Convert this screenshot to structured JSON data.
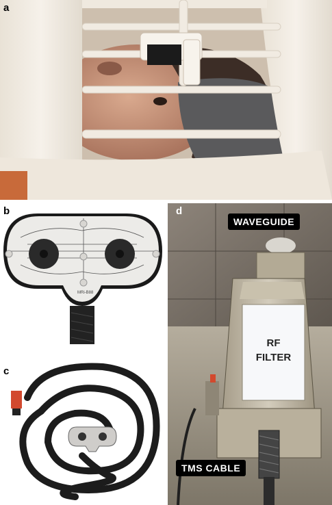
{
  "panels": {
    "a": {
      "label": "a"
    },
    "b": {
      "label": "b",
      "device_marking": "MRi-B88"
    },
    "c": {
      "label": "c"
    },
    "d": {
      "label": "d",
      "callouts": {
        "waveguide": "WAVEGUIDE",
        "rf_filter_line1": "RF",
        "rf_filter_line2": "FILTER",
        "tms_cable": "TMS CABLE"
      }
    }
  },
  "colors": {
    "cage": "#f2ece2",
    "background": "#ffffff",
    "callout_bg": "#000000",
    "callout_text": "#ffffff",
    "filter_panel": "#f7f8fa"
  }
}
